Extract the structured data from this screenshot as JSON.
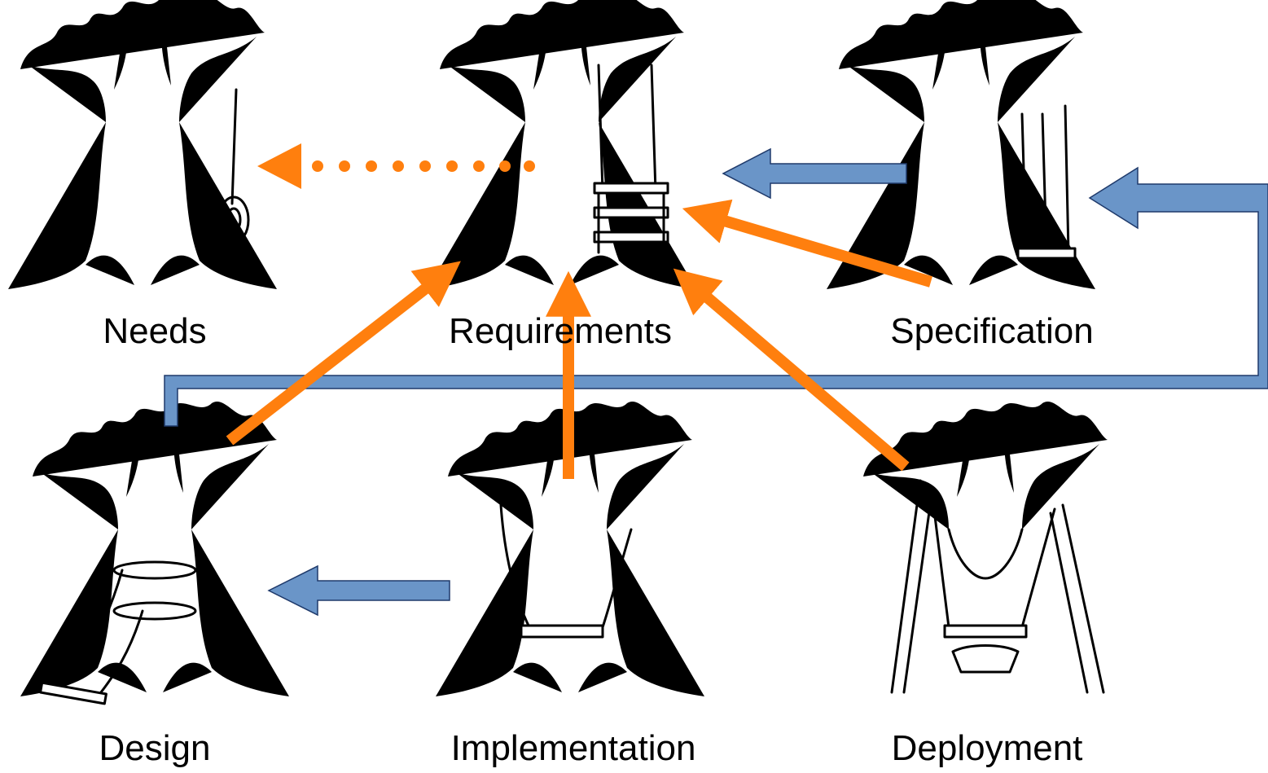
{
  "diagram": {
    "stages": [
      {
        "id": "needs",
        "label": "Needs",
        "swing": "tire-swing"
      },
      {
        "id": "requirements",
        "label": "Requirements",
        "swing": "three-seat-swing"
      },
      {
        "id": "specification",
        "label": "Specification",
        "swing": "three-rope-swing"
      },
      {
        "id": "design",
        "label": "Design",
        "swing": "broken-swing"
      },
      {
        "id": "implementation",
        "label": "Implementation",
        "swing": "trunk-seat-swing"
      },
      {
        "id": "deployment",
        "label": "Deployment",
        "swing": "frame-swing"
      }
    ],
    "flow_arrows": [
      {
        "from": "specification",
        "to": "requirements",
        "style": "blue-block"
      },
      {
        "from": "design",
        "to": "specification",
        "style": "blue-connector"
      },
      {
        "from": "implementation",
        "to": "design",
        "style": "blue-block"
      }
    ],
    "feedback_arrows": [
      {
        "from": "requirements",
        "to": "needs",
        "style": "orange-dotted"
      },
      {
        "from": "specification",
        "to": "requirements",
        "style": "orange"
      },
      {
        "from": "design",
        "to": "requirements",
        "style": "orange"
      },
      {
        "from": "implementation",
        "to": "requirements",
        "style": "orange"
      },
      {
        "from": "deployment",
        "to": "requirements",
        "style": "orange"
      }
    ],
    "colors": {
      "blue_fill": "#6A95C8",
      "blue_stroke": "#1F3A6B",
      "orange": "#FF7F0E",
      "ink": "#000000"
    }
  }
}
